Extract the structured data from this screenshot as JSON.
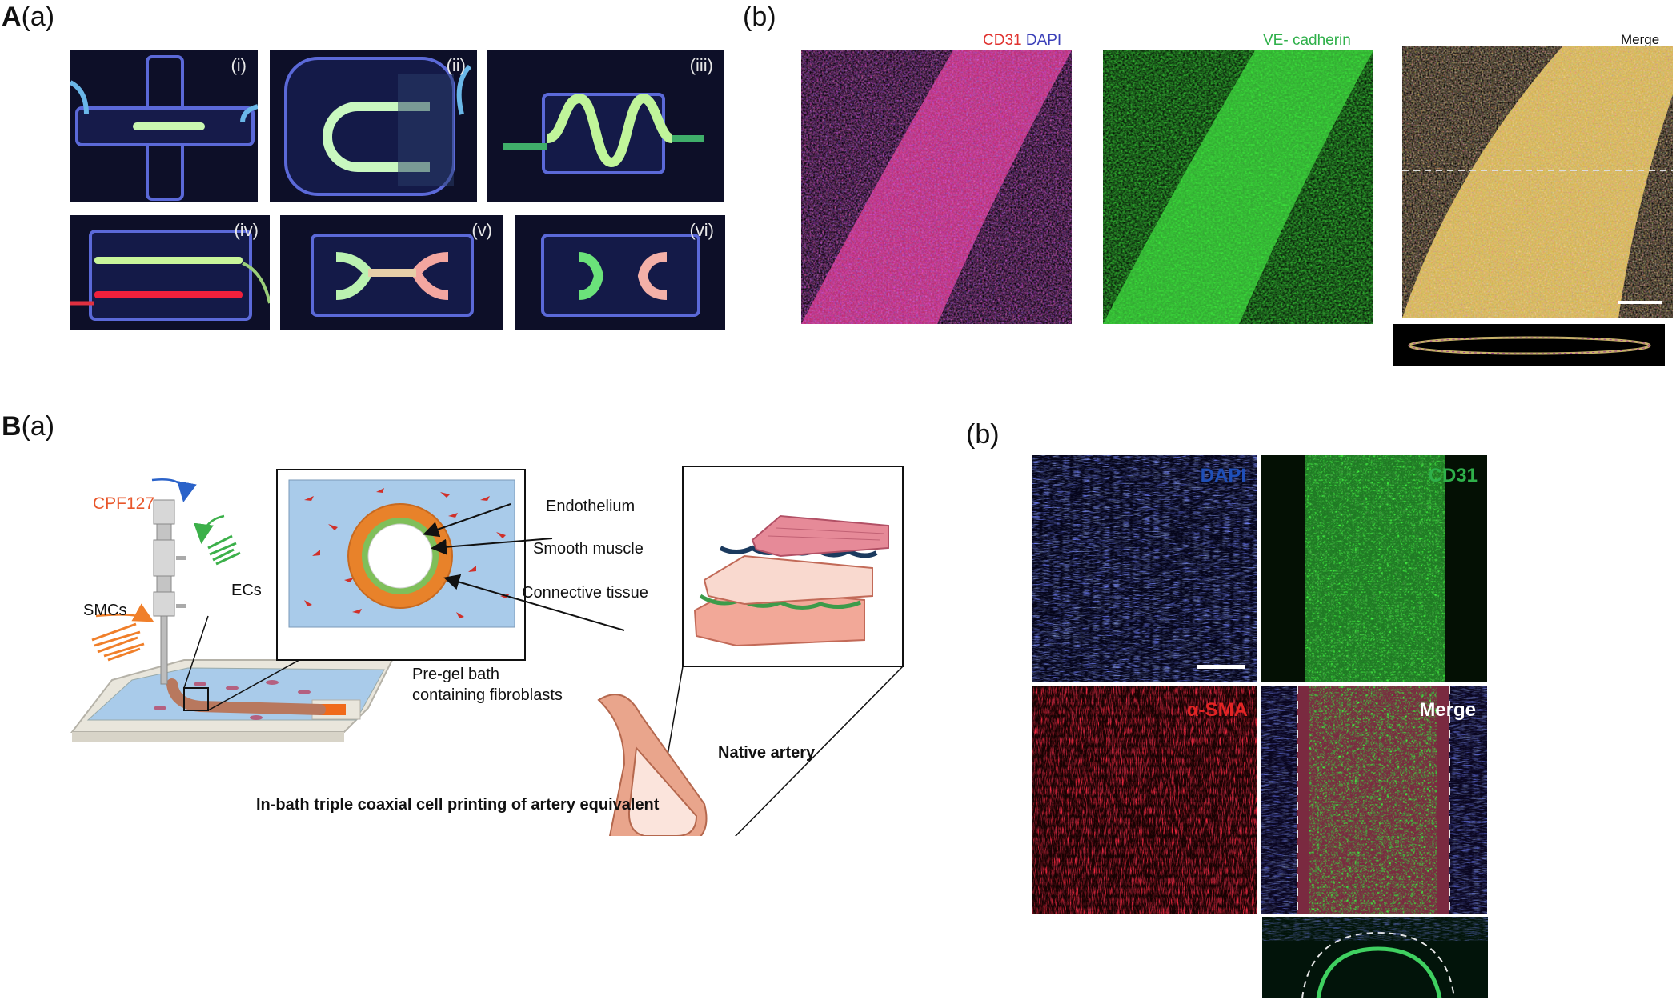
{
  "figure": {
    "panel_A_letter": "A",
    "panel_A_a_sub": "(a)",
    "panel_A_b_sub": "(b)",
    "panel_B_letter": "B",
    "panel_B_a_sub": "(a)",
    "panel_B_b_sub": "(b)"
  },
  "A_a": {
    "subpanels": [
      "(i)",
      "(ii)",
      "(iii)",
      "(iv)",
      "(v)",
      "(vi)"
    ]
  },
  "A_b": {
    "ch1_red": "CD31",
    "ch1_blue": "DAPI",
    "ch2": "VE- cadherin",
    "ch3": "Merge"
  },
  "B_a": {
    "cpf127": "CPF127",
    "ecs": "ECs",
    "smcs": "SMCs",
    "endothelium": "Endothelium",
    "smooth_muscle": "Smooth muscle",
    "connective": "Connective tissue",
    "bath_line1": "Pre-gel bath",
    "bath_line2": "containing fibroblasts",
    "native": "Native artery",
    "caption": "In-bath triple coaxial cell printing of artery equivalent"
  },
  "B_b": {
    "dapi": "DAPI",
    "cd31": "CD31",
    "asma": "α-SMA",
    "merge": "Merge"
  },
  "colors": {
    "cpf127": "#e8562a",
    "ecs_arrow": "#3cb04a",
    "smc_arrow": "#f07f2a",
    "bath": "#a9cbea",
    "dapi_label": "#1f4fb8",
    "cd31_label": "#2fb04a",
    "asma_label": "#e32424"
  }
}
